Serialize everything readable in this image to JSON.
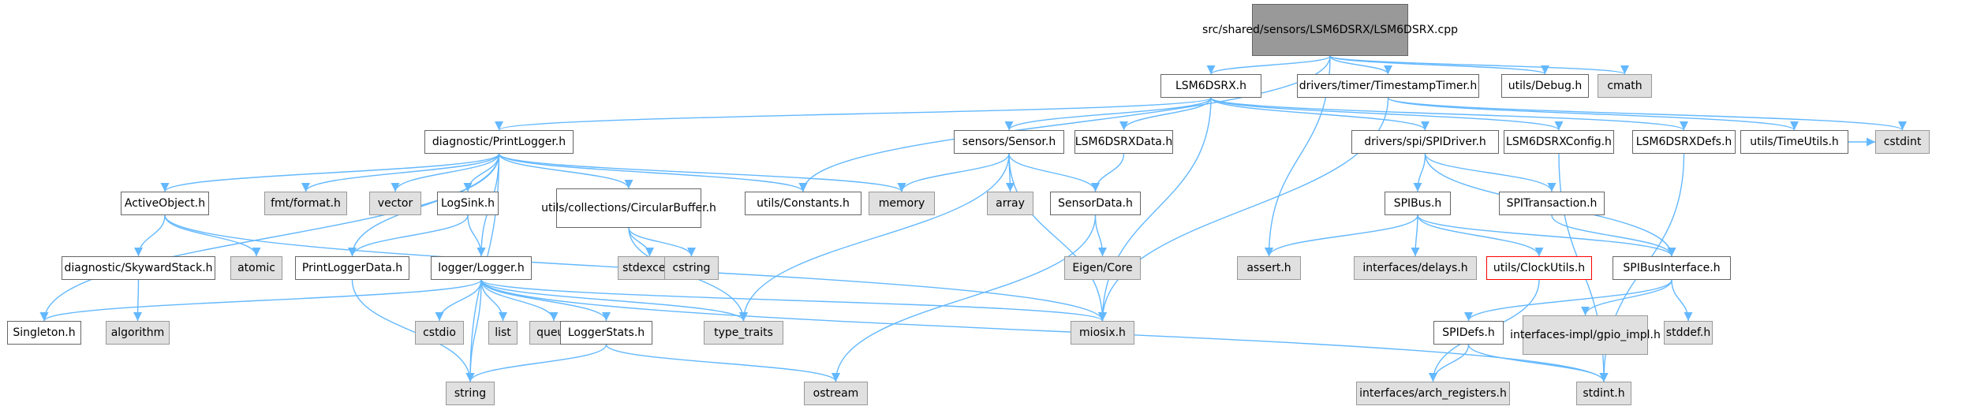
{
  "colors": {
    "edge": "#63b8ff",
    "root_fill": "#999999",
    "internal_fill": "#ffffff",
    "external_fill": "#e0e0e0",
    "missing_border": "#ff0000"
  },
  "nodes": [
    {
      "id": "root",
      "kind": "root",
      "lines": [
        "src/shared/sensors",
        "/LSM6DSRX/LSM6DSRX.cpp"
      ]
    },
    {
      "id": "lsm6dsrx_h",
      "kind": "internal",
      "lines": [
        "LSM6DSRX.h"
      ]
    },
    {
      "id": "timestamp_timer",
      "kind": "internal",
      "lines": [
        "drivers/timer/TimestampTimer.h"
      ]
    },
    {
      "id": "debug_h",
      "kind": "internal",
      "lines": [
        "utils/Debug.h"
      ]
    },
    {
      "id": "cmath",
      "kind": "external",
      "lines": [
        "cmath"
      ]
    },
    {
      "id": "print_logger",
      "kind": "internal",
      "lines": [
        "diagnostic/PrintLogger.h"
      ]
    },
    {
      "id": "sensor_h",
      "kind": "internal",
      "lines": [
        "sensors/Sensor.h"
      ]
    },
    {
      "id": "lsm_data",
      "kind": "internal",
      "lines": [
        "LSM6DSRXData.h"
      ]
    },
    {
      "id": "spi_driver",
      "kind": "internal",
      "lines": [
        "drivers/spi/SPIDriver.h"
      ]
    },
    {
      "id": "lsm_config",
      "kind": "internal",
      "lines": [
        "LSM6DSRXConfig.h"
      ]
    },
    {
      "id": "lsm_defs",
      "kind": "internal",
      "lines": [
        "LSM6DSRXDefs.h"
      ]
    },
    {
      "id": "time_utils",
      "kind": "internal",
      "lines": [
        "utils/TimeUtils.h"
      ]
    },
    {
      "id": "cstdint",
      "kind": "external",
      "lines": [
        "cstdint"
      ]
    },
    {
      "id": "active_object",
      "kind": "internal",
      "lines": [
        "ActiveObject.h"
      ]
    },
    {
      "id": "fmt_format",
      "kind": "external",
      "lines": [
        "fmt/format.h"
      ]
    },
    {
      "id": "vector",
      "kind": "external",
      "lines": [
        "vector"
      ]
    },
    {
      "id": "log_sink",
      "kind": "internal",
      "lines": [
        "LogSink.h"
      ]
    },
    {
      "id": "circular_buffer",
      "kind": "internal",
      "lines": [
        "utils/collections/Circular",
        "Buffer.h"
      ]
    },
    {
      "id": "constants",
      "kind": "internal",
      "lines": [
        "utils/Constants.h"
      ]
    },
    {
      "id": "memory",
      "kind": "external",
      "lines": [
        "memory"
      ]
    },
    {
      "id": "array",
      "kind": "external",
      "lines": [
        "array"
      ]
    },
    {
      "id": "sensor_data",
      "kind": "internal",
      "lines": [
        "SensorData.h"
      ]
    },
    {
      "id": "spi_bus",
      "kind": "internal",
      "lines": [
        "SPIBus.h"
      ]
    },
    {
      "id": "spi_transaction",
      "kind": "internal",
      "lines": [
        "SPITransaction.h"
      ]
    },
    {
      "id": "skyward_stack",
      "kind": "internal",
      "lines": [
        "diagnostic/SkywardStack.h"
      ]
    },
    {
      "id": "atomic",
      "kind": "external",
      "lines": [
        "atomic"
      ]
    },
    {
      "id": "print_logger_data",
      "kind": "internal",
      "lines": [
        "PrintLoggerData.h"
      ]
    },
    {
      "id": "logger_h",
      "kind": "internal",
      "lines": [
        "logger/Logger.h"
      ]
    },
    {
      "id": "stdexcept",
      "kind": "external",
      "lines": [
        "stdexcept"
      ]
    },
    {
      "id": "cstring",
      "kind": "external",
      "lines": [
        "cstring"
      ]
    },
    {
      "id": "eigen_core",
      "kind": "external",
      "lines": [
        "Eigen/Core"
      ]
    },
    {
      "id": "assert_h",
      "kind": "external",
      "lines": [
        "assert.h"
      ]
    },
    {
      "id": "interfaces_delays",
      "kind": "external",
      "lines": [
        "interfaces/delays.h"
      ]
    },
    {
      "id": "clock_utils",
      "kind": "missing",
      "lines": [
        "utils/ClockUtils.h"
      ]
    },
    {
      "id": "spi_bus_interface",
      "kind": "internal",
      "lines": [
        "SPIBusInterface.h"
      ]
    },
    {
      "id": "algorithm",
      "kind": "external",
      "lines": [
        "algorithm"
      ]
    },
    {
      "id": "singleton",
      "kind": "internal",
      "lines": [
        "Singleton.h"
      ]
    },
    {
      "id": "cstdio",
      "kind": "external",
      "lines": [
        "cstdio"
      ]
    },
    {
      "id": "list",
      "kind": "external",
      "lines": [
        "list"
      ]
    },
    {
      "id": "queue",
      "kind": "external",
      "lines": [
        "queue"
      ]
    },
    {
      "id": "logger_stats",
      "kind": "internal",
      "lines": [
        "LoggerStats.h"
      ]
    },
    {
      "id": "type_traits",
      "kind": "external",
      "lines": [
        "type_traits"
      ]
    },
    {
      "id": "miosix",
      "kind": "external",
      "lines": [
        "miosix.h"
      ]
    },
    {
      "id": "spi_defs",
      "kind": "internal",
      "lines": [
        "SPIDefs.h"
      ]
    },
    {
      "id": "gpio_impl",
      "kind": "external",
      "lines": [
        "interfaces-impl/gpio",
        "_impl.h"
      ]
    },
    {
      "id": "stddef",
      "kind": "external",
      "lines": [
        "stddef.h"
      ]
    },
    {
      "id": "string",
      "kind": "external",
      "lines": [
        "string"
      ]
    },
    {
      "id": "ostream",
      "kind": "external",
      "lines": [
        "ostream"
      ]
    },
    {
      "id": "arch_registers",
      "kind": "external",
      "lines": [
        "interfaces/arch_registers.h"
      ]
    },
    {
      "id": "stdint",
      "kind": "external",
      "lines": [
        "stdint.h"
      ]
    }
  ],
  "edges": [
    [
      "root",
      "lsm6dsrx_h"
    ],
    [
      "root",
      "timestamp_timer"
    ],
    [
      "root",
      "debug_h"
    ],
    [
      "root",
      "cmath"
    ],
    [
      "root",
      "constants"
    ],
    [
      "root",
      "assert_h"
    ],
    [
      "lsm6dsrx_h",
      "print_logger"
    ],
    [
      "lsm6dsrx_h",
      "sensor_h"
    ],
    [
      "lsm6dsrx_h",
      "lsm_data"
    ],
    [
      "lsm6dsrx_h",
      "spi_driver"
    ],
    [
      "lsm6dsrx_h",
      "lsm_config"
    ],
    [
      "lsm6dsrx_h",
      "lsm_defs"
    ],
    [
      "lsm6dsrx_h",
      "miosix"
    ],
    [
      "timestamp_timer",
      "time_utils"
    ],
    [
      "timestamp_timer",
      "cstdint"
    ],
    [
      "timestamp_timer",
      "miosix"
    ],
    [
      "print_logger",
      "active_object"
    ],
    [
      "print_logger",
      "fmt_format"
    ],
    [
      "print_logger",
      "vector"
    ],
    [
      "print_logger",
      "log_sink"
    ],
    [
      "print_logger",
      "circular_buffer"
    ],
    [
      "print_logger",
      "constants"
    ],
    [
      "print_logger",
      "memory"
    ],
    [
      "print_logger",
      "singleton"
    ],
    [
      "print_logger",
      "print_logger_data"
    ],
    [
      "print_logger",
      "logger_h"
    ],
    [
      "print_logger",
      "string"
    ],
    [
      "sensor_h",
      "memory"
    ],
    [
      "sensor_h",
      "array"
    ],
    [
      "sensor_h",
      "sensor_data"
    ],
    [
      "sensor_h",
      "type_traits"
    ],
    [
      "sensor_h",
      "miosix"
    ],
    [
      "lsm_data",
      "sensor_data"
    ],
    [
      "spi_driver",
      "spi_bus"
    ],
    [
      "spi_driver",
      "spi_transaction"
    ],
    [
      "spi_driver",
      "spi_bus_interface"
    ],
    [
      "lsm_config",
      "stdint"
    ],
    [
      "lsm_defs",
      "stdint"
    ],
    [
      "time_utils",
      "cstdint"
    ],
    [
      "active_object",
      "skyward_stack"
    ],
    [
      "active_object",
      "atomic"
    ],
    [
      "active_object",
      "miosix"
    ],
    [
      "log_sink",
      "print_logger_data"
    ],
    [
      "log_sink",
      "logger_h"
    ],
    [
      "circular_buffer",
      "stdexcept"
    ],
    [
      "circular_buffer",
      "cstring"
    ],
    [
      "circular_buffer",
      "type_traits"
    ],
    [
      "sensor_data",
      "eigen_core"
    ],
    [
      "sensor_data",
      "ostream"
    ],
    [
      "spi_bus",
      "assert_h"
    ],
    [
      "spi_bus",
      "interfaces_delays"
    ],
    [
      "spi_bus",
      "clock_utils"
    ],
    [
      "spi_bus",
      "spi_bus_interface"
    ],
    [
      "spi_transaction",
      "spi_bus_interface"
    ],
    [
      "skyward_stack",
      "algorithm"
    ],
    [
      "print_logger_data",
      "string"
    ],
    [
      "logger_h",
      "singleton"
    ],
    [
      "logger_h",
      "cstdio"
    ],
    [
      "logger_h",
      "list"
    ],
    [
      "logger_h",
      "queue"
    ],
    [
      "logger_h",
      "logger_stats"
    ],
    [
      "logger_h",
      "type_traits"
    ],
    [
      "logger_h",
      "miosix"
    ],
    [
      "logger_h",
      "string"
    ],
    [
      "logger_h",
      "stdint"
    ],
    [
      "logger_stats",
      "string"
    ],
    [
      "logger_stats",
      "ostream"
    ],
    [
      "clock_utils",
      "arch_registers"
    ],
    [
      "spi_bus_interface",
      "spi_defs"
    ],
    [
      "spi_bus_interface",
      "gpio_impl"
    ],
    [
      "spi_bus_interface",
      "stddef"
    ],
    [
      "spi_defs",
      "arch_registers"
    ],
    [
      "spi_defs",
      "stdint"
    ]
  ]
}
